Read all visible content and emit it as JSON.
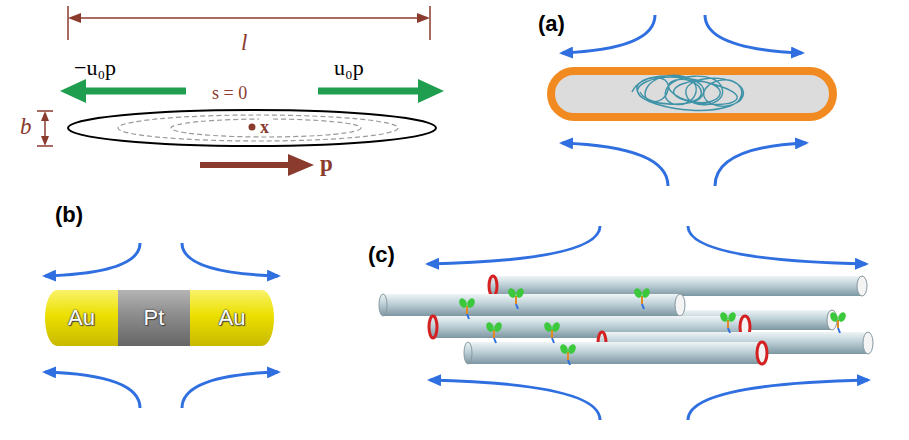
{
  "diagram": {
    "nodes": [
      {
        "text": [
          "s = 0",
          "x"
        ]
      },
      {
        "text": [
          "Au"
        ]
      },
      {
        "text": [
          "Pt"
        ]
      },
      {
        "text": [
          "Au"
        ]
      }
    ],
    "labels": [
      "l",
      "−u₀p",
      "u₀p",
      "b",
      "p",
      "(a)",
      "(b)",
      "(c)"
    ]
  }
}
